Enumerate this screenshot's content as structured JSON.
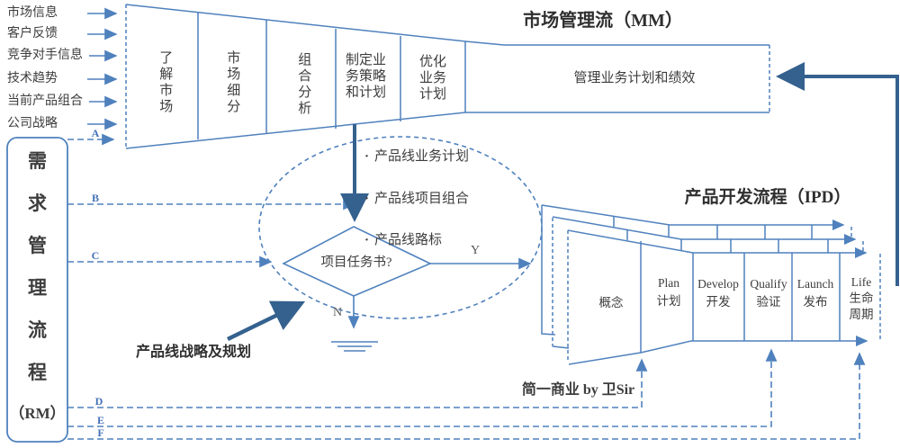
{
  "colors": {
    "line_blue": "#4f81bd",
    "thick_arrow_blue": "#35618e",
    "text_gray": "#3d3d3d",
    "connector_letter_blue": "#4472b8"
  },
  "mm": {
    "title": "市场管理流（MM）",
    "inputs": [
      "市场信息",
      "客户反馈",
      "竞争对手信息",
      "技术趋势",
      "当前产品组合",
      "公司战略"
    ],
    "stages": [
      "了解市场",
      "市场细分",
      "组合分析",
      "制定业务策略和计划",
      "优化业务计划"
    ],
    "manage_box": "管理业务计划和绩效"
  },
  "rm": {
    "vertical_label": "需\n求\n管\n理\n流\n程",
    "code": "（RM）"
  },
  "connectors": {
    "labels": [
      "A",
      "B",
      "C",
      "D",
      "E",
      "F"
    ]
  },
  "planning": {
    "outputs": [
      "产品线业务计划",
      "产品线项目组合",
      "产品线路标"
    ],
    "decision": "项目任务书?",
    "yes": "Y",
    "no": "N",
    "strategy_label": "产品线战略及规划"
  },
  "ipd": {
    "title": "产品开发流程（IPD）",
    "stages": [
      "概念",
      "Plan\n计划",
      "Develop\n开发",
      "Qualify\n验证",
      "Launch\n发布",
      "Life\n生命\n周期"
    ]
  },
  "watermark": "简一商业 by 卫Sir"
}
